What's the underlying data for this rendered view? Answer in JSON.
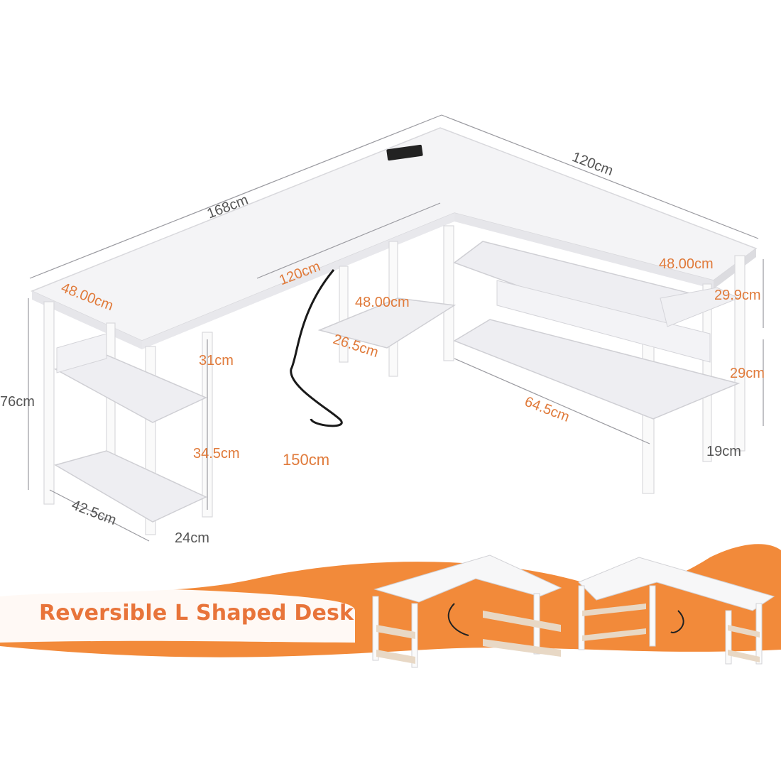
{
  "colors": {
    "accent": "#f08a3c",
    "accent_text": "#e8743a",
    "dimension_orange": "#e07a3a",
    "dimension_grey": "#555555"
  },
  "dimensions": {
    "total_width": "168cm",
    "return_length": "120cm",
    "inner_length": "120cm",
    "left_depth": "48.00cm",
    "right_depth": "48.00cm",
    "shelf_depth": "48.00cm",
    "shelf_span": "26.5cm",
    "height": "76cm",
    "upper_gap": "31cm",
    "lower_gap": "34.5cm",
    "cable": "150cm",
    "shelf_width": "42.5cm",
    "shelf_depth_small": "24cm",
    "right_upper_gap": "29.9cm",
    "right_lower_gap": "29cm",
    "right_shelf_length": "64.5cm",
    "right_shelf_depth": "19cm"
  },
  "banner": {
    "title": "Reversible L Shaped Desk"
  }
}
